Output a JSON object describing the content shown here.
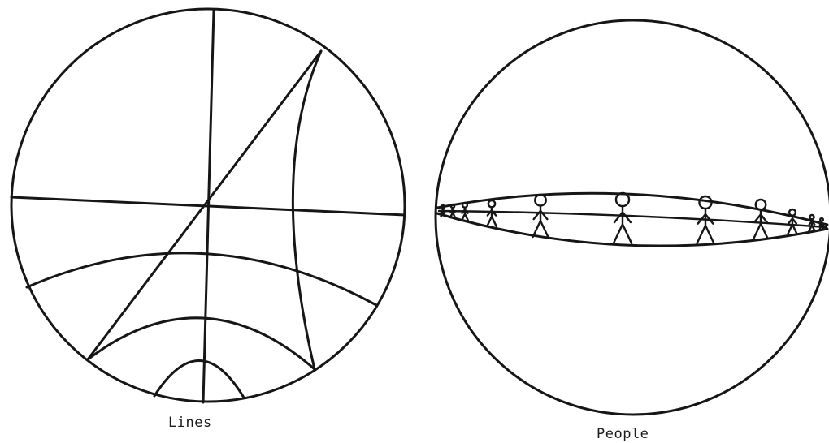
{
  "figures": [
    {
      "id": "lines",
      "caption": "Lines",
      "lines_drawn": 7
    },
    {
      "id": "people",
      "caption": "People",
      "figures_drawn": 11
    }
  ],
  "colors": {
    "ink": "#161616",
    "paper": "#ffffff"
  }
}
